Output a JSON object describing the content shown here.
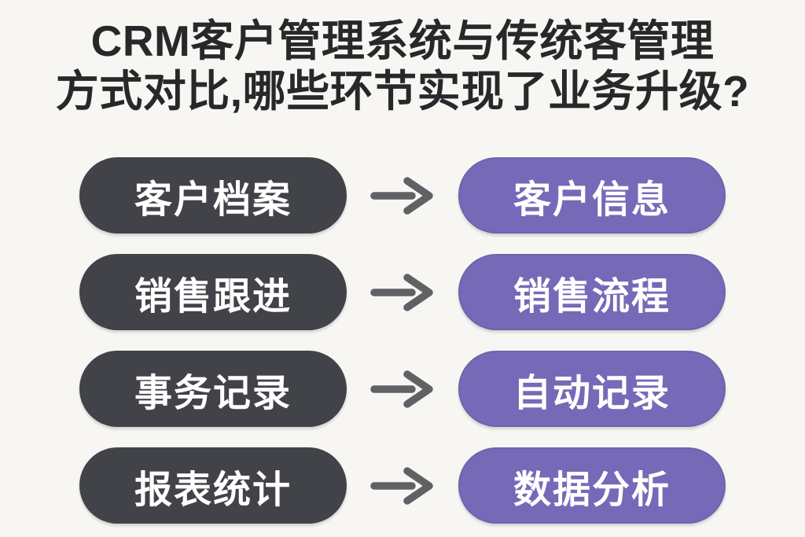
{
  "colors": {
    "bg": "#f7f6f3",
    "title-color": "#28282b",
    "dark-pill": "#414348",
    "purple-pill": "#7669b8",
    "pill-text": "#ffffff",
    "arrow": "#616165"
  },
  "title": {
    "line1": "CRM客户管理系统与传统客管理",
    "line2": "方式对比,哪些环节实现了业务升级?"
  },
  "arrow_icon": "right-arrow",
  "rows": [
    {
      "left": "客户档案",
      "right": "客户信息"
    },
    {
      "left": "销售跟进",
      "right": "销售流程"
    },
    {
      "left": "事务记录",
      "right": "自动记录"
    },
    {
      "left": "报表统计",
      "right": "数据分析"
    }
  ]
}
